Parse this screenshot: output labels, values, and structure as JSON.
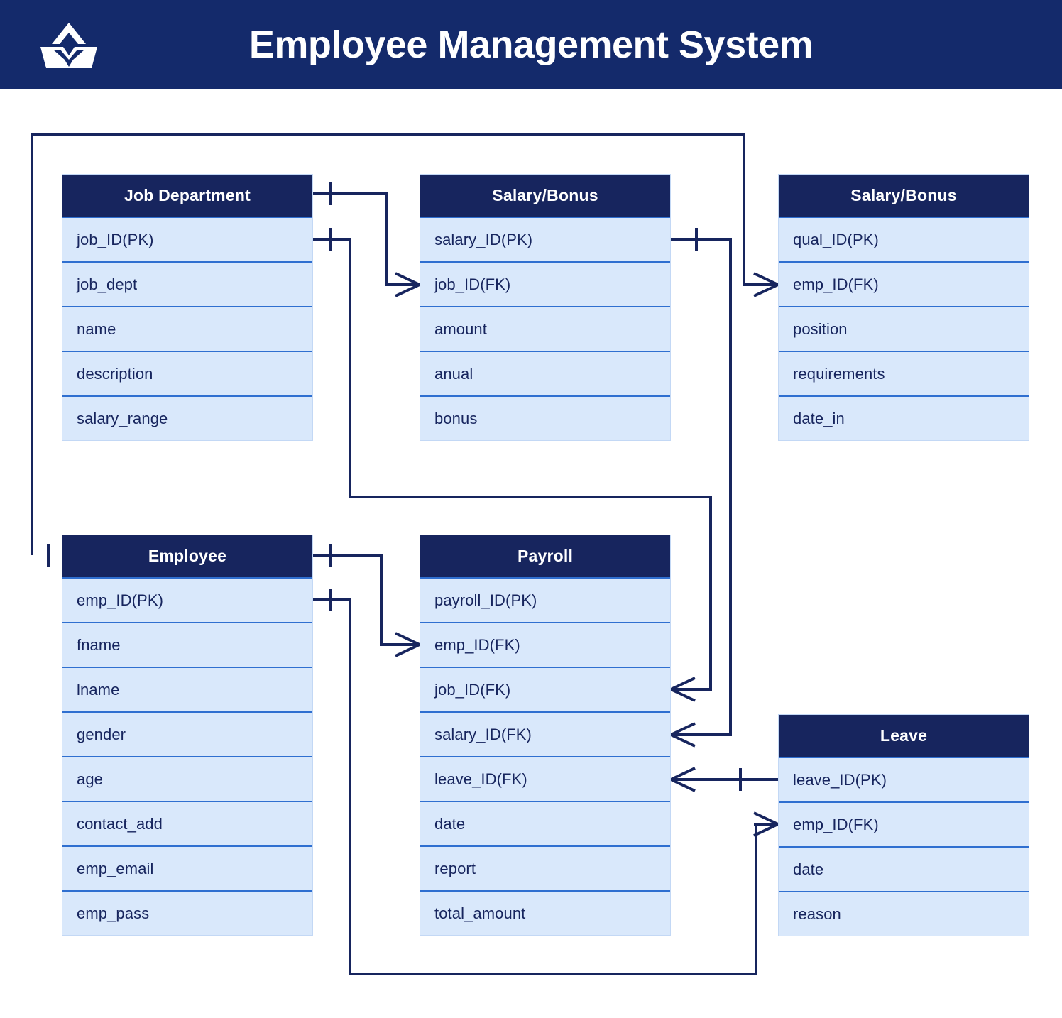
{
  "header": {
    "title": "Employee Management System",
    "logo_icon": "crown-logo-icon",
    "background_color": "#142a6b",
    "text_color": "#ffffff"
  },
  "theme": {
    "entity_header_bg": "#17255e",
    "entity_row_bg": "#d9e8fb",
    "entity_row_divider": "#2f6fd0",
    "entity_text": "#17255e",
    "connector_stroke": "#17255e",
    "page_bg": "#ffffff"
  },
  "diagram": {
    "type": "entity-relationship-diagram",
    "notation": "crow's foot",
    "entities": [
      {
        "id": "job_department",
        "title": "Job Department",
        "fields": [
          "job_ID(PK)",
          "job_dept",
          "name",
          "description",
          "salary_range"
        ]
      },
      {
        "id": "salary_bonus",
        "title": "Salary/Bonus",
        "fields": [
          "salary_ID(PK)",
          "job_ID(FK)",
          "amount",
          "anual",
          "bonus"
        ]
      },
      {
        "id": "qualification",
        "title": "Salary/Bonus",
        "fields": [
          "qual_ID(PK)",
          "emp_ID(FK)",
          "position",
          "requirements",
          "date_in"
        ]
      },
      {
        "id": "employee",
        "title": "Employee",
        "fields": [
          "emp_ID(PK)",
          "fname",
          "lname",
          "gender",
          "age",
          "contact_add",
          "emp_email",
          "emp_pass"
        ]
      },
      {
        "id": "payroll",
        "title": "Payroll",
        "fields": [
          "payroll_ID(PK)",
          "emp_ID(FK)",
          "job_ID(FK)",
          "salary_ID(FK)",
          "leave_ID(FK)",
          "date",
          "report",
          "total_amount"
        ]
      },
      {
        "id": "leave",
        "title": "Leave",
        "fields": [
          "leave_ID(PK)",
          "emp_ID(FK)",
          "date",
          "reason"
        ]
      }
    ],
    "relationships": [
      {
        "id": "jobdept-to-salarybonus",
        "from_entity": "job_department",
        "from_field": "Job Department",
        "to_entity": "salary_bonus",
        "to_field": "job_ID(FK)",
        "from_cardinality": "one",
        "to_cardinality": "many"
      },
      {
        "id": "jobdept-to-payroll",
        "from_entity": "job_department",
        "from_field": "job_ID(PK)",
        "to_entity": "payroll",
        "to_field": "job_ID(FK)",
        "from_cardinality": "one",
        "to_cardinality": "many"
      },
      {
        "id": "salarybonus-to-payroll",
        "from_entity": "salary_bonus",
        "from_field": "salary_ID(PK)",
        "to_entity": "payroll",
        "to_field": "salary_ID(FK)",
        "from_cardinality": "one",
        "to_cardinality": "many"
      },
      {
        "id": "employee-to-qualification",
        "from_entity": "employee",
        "from_field": "Employee",
        "to_entity": "qualification",
        "to_field": "emp_ID(FK)",
        "from_cardinality": "one",
        "to_cardinality": "many"
      },
      {
        "id": "employee-to-payroll",
        "from_entity": "employee",
        "from_field": "Employee",
        "to_entity": "payroll",
        "to_field": "emp_ID(FK)",
        "from_cardinality": "one",
        "to_cardinality": "many"
      },
      {
        "id": "employee-to-leave",
        "from_entity": "employee",
        "from_field": "emp_ID(PK)",
        "to_entity": "leave",
        "to_field": "emp_ID(FK)",
        "from_cardinality": "one",
        "to_cardinality": "many"
      },
      {
        "id": "leave-to-payroll",
        "from_entity": "leave",
        "from_field": "leave_ID(PK)",
        "to_entity": "payroll",
        "to_field": "leave_ID(FK)",
        "from_cardinality": "one",
        "to_cardinality": "many"
      }
    ]
  }
}
